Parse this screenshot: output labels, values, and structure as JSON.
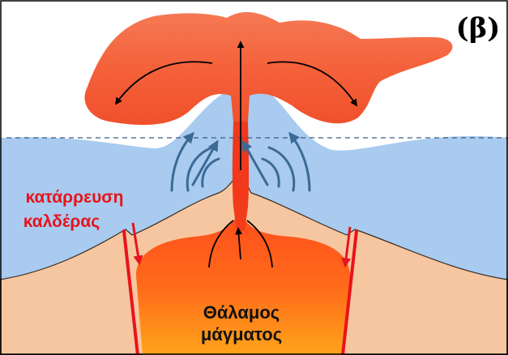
{
  "panel_label": "(β)",
  "caldera_collapse": {
    "line1": "κατάρρευση",
    "line2": "καλδέρας"
  },
  "magma_chamber": {
    "line1": "Θάλαμος",
    "line2": "μάγματος"
  },
  "colors": {
    "water": "#a8cbef",
    "land": "#f6c6a0",
    "magma_top": "#ff5a1f",
    "magma_bottom": "#ffa21a",
    "plume": "#f46a3f",
    "fault": "#e8131b",
    "wave_arrow": "#3c6a95",
    "sea_level_line": "#3c5a80"
  }
}
